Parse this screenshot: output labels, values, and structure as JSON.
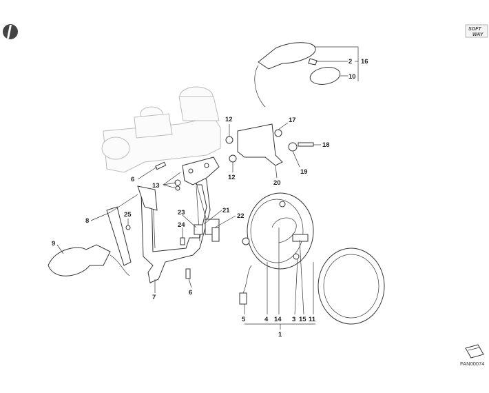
{
  "diagram": {
    "figure_code": "FAN00074",
    "brand_line1": "SOFT",
    "brand_line2": "WAY",
    "callouts": {
      "c1": "1",
      "c2": "2",
      "c3": "3",
      "c4": "4",
      "c5": "5",
      "c6a": "6",
      "c6b": "6",
      "c7": "7",
      "c8": "8",
      "c9": "9",
      "c10": "10",
      "c11": "11",
      "c12a": "12",
      "c12b": "12",
      "c13": "13",
      "c14": "14",
      "c15": "15",
      "c16": "16",
      "c17": "17",
      "c18": "18",
      "c19": "19",
      "c20": "20",
      "c21": "21",
      "c22": "22",
      "c23": "23",
      "c24": "24",
      "c25": "25"
    }
  }
}
